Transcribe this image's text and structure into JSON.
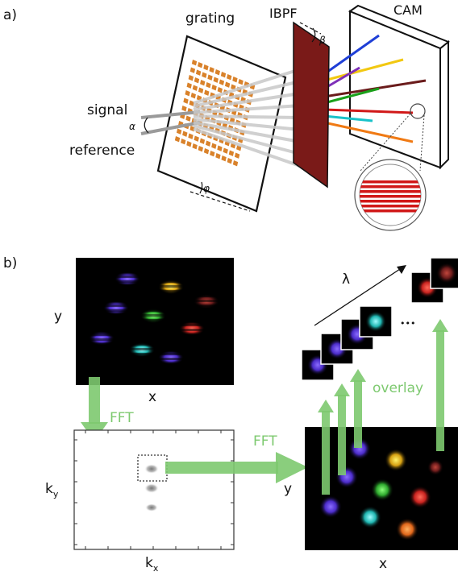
{
  "panel_a": {
    "label": "a)",
    "grating_label": "grating",
    "filter_label": "IBPF",
    "camera_label": "CAM",
    "signal_label": "signal",
    "reference_label": "reference",
    "alpha_symbol": "α",
    "beta_symbol": "β",
    "phi_symbol": "φ",
    "grating_color": "#d9822b",
    "filter_color": "#7a1a18",
    "beam_colors": [
      "#1f3fd6",
      "#f2c811",
      "#7e2fb8",
      "#6a1b1b",
      "#1aa01a",
      "#d11818",
      "#18c2c9",
      "#f07a14"
    ]
  },
  "panel_b": {
    "label": "b)",
    "image_y_label": "y",
    "image_x_label": "x",
    "fft_label_1": "FFT",
    "fft_label_2": "FFT",
    "ky_label": "k",
    "ky_sub": "y",
    "kx_label": "k",
    "kx_sub": "x",
    "lambda_symbol": "λ",
    "overlay_label": "overlay",
    "ellipsis": "•••",
    "result_y_label": "y",
    "result_x_label": "x",
    "arrow_color": "#7dc96f",
    "spot_colors": [
      "#4b2cc9",
      "#d6a012",
      "#5b2bb5",
      "#37b83a",
      "#c8231f",
      "#1fb5b0",
      "#6a3bc9",
      "#8b2020"
    ]
  }
}
